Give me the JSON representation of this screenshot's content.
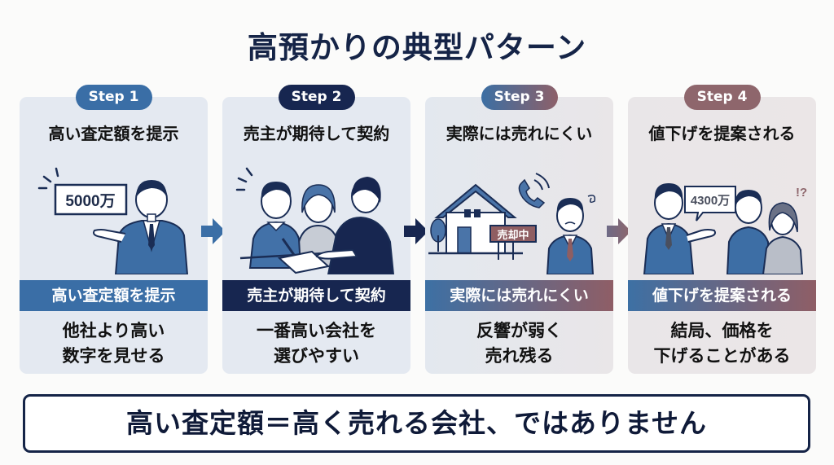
{
  "title": "高預かりの典型パターン",
  "colors": {
    "navy": "#152447",
    "blue": "#3a6ea6",
    "dark_navy": "#172650",
    "mauve": "#8e666c",
    "card_bg": "#e4e9f1"
  },
  "steps": [
    {
      "badge": "Step 1",
      "heading": "高い査定額を提示",
      "illustration": {
        "icon": "agent-presenting-price-icon",
        "price_label": "5000万"
      },
      "band": "高い査定額を提示",
      "desc_lines": [
        "他社より高い",
        "数字を見せる"
      ]
    },
    {
      "badge": "Step 2",
      "heading": "売主が期待して契約",
      "illustration": {
        "icon": "couple-signing-contract-icon"
      },
      "band": "売主が期待して契約",
      "desc_lines": [
        "一番高い会社を",
        "選びやすい"
      ]
    },
    {
      "badge": "Step 3",
      "heading": "実際には売れにくい",
      "illustration": {
        "icon": "house-for-sale-icon",
        "sign_label": "売却中"
      },
      "band": "実際には売れにくい",
      "desc_lines": [
        "反響が弱く",
        "売れ残る"
      ]
    },
    {
      "badge": "Step 4",
      "heading": "値下げを提案される",
      "illustration": {
        "icon": "agent-proposing-price-cut-icon",
        "price_label": "4300万",
        "reaction": "!?"
      },
      "band": "値下げを提案される",
      "desc_lines": [
        "結局、価格を",
        "下げることがある"
      ]
    }
  ],
  "arrows": [
    "arrow-right-icon",
    "arrow-right-icon",
    "arrow-right-icon"
  ],
  "conclusion": "高い査定額＝高く売れる会社、ではありません"
}
